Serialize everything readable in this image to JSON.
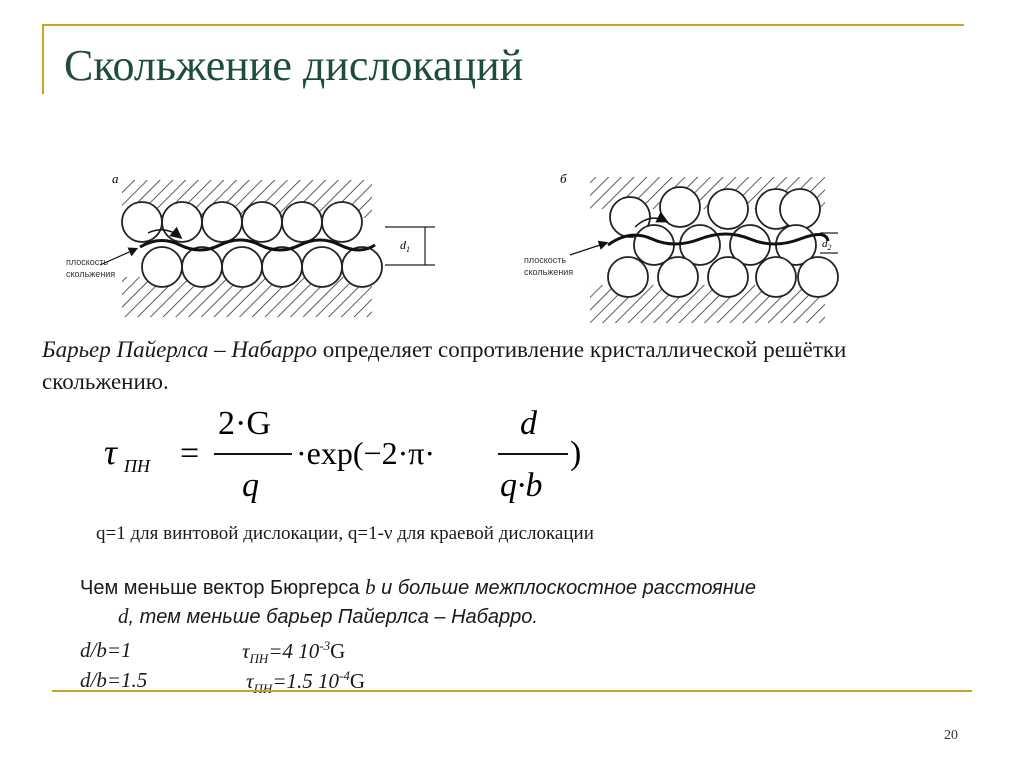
{
  "title": "Скольжение дислокаций",
  "figure": {
    "label_a": "а",
    "label_b": "б",
    "plane_label_line1": "плоскость",
    "plane_label_line2": "скольжения",
    "d1": "d",
    "d1_sub": "1",
    "d2": "d",
    "d2_sub": "2"
  },
  "paragraph": {
    "italic": "Барьер Пайерлса – Набарро",
    "rest": " определяет сопротивление кристаллической решётки скольжению."
  },
  "formula": {
    "tau": "τ",
    "sub": "ПН",
    "eq": "=",
    "num1": "2·G",
    "den1": "q",
    "exp": "·exp(−2·π·",
    "num2": "d",
    "den2": "q·b",
    "close": ")"
  },
  "note": "q=1 для винтовой дислокации, q=1-ν для краевой дислокации",
  "conclusion": {
    "part1": "Чем меньше вектор Бюргерса ",
    "b": "b",
    "part2": " и больше межплоскостное расстояние",
    "d": "d",
    "part3": ", тем меньше барьер Пайерлса – Набарро."
  },
  "rows": [
    {
      "ratio": "d/b=1",
      "tau": "τ",
      "sub": "ПН",
      "val": "=4 10",
      "exp": "-3",
      "unit": "G"
    },
    {
      "ratio": "d/b=1.5",
      "tau": "τ",
      "sub": "ПН",
      "val": "=1.5 10",
      "exp": "-4",
      "unit": "G"
    }
  ],
  "page_number": "20",
  "colors": {
    "accent": "#c9a227",
    "title": "#1e4d3a"
  }
}
